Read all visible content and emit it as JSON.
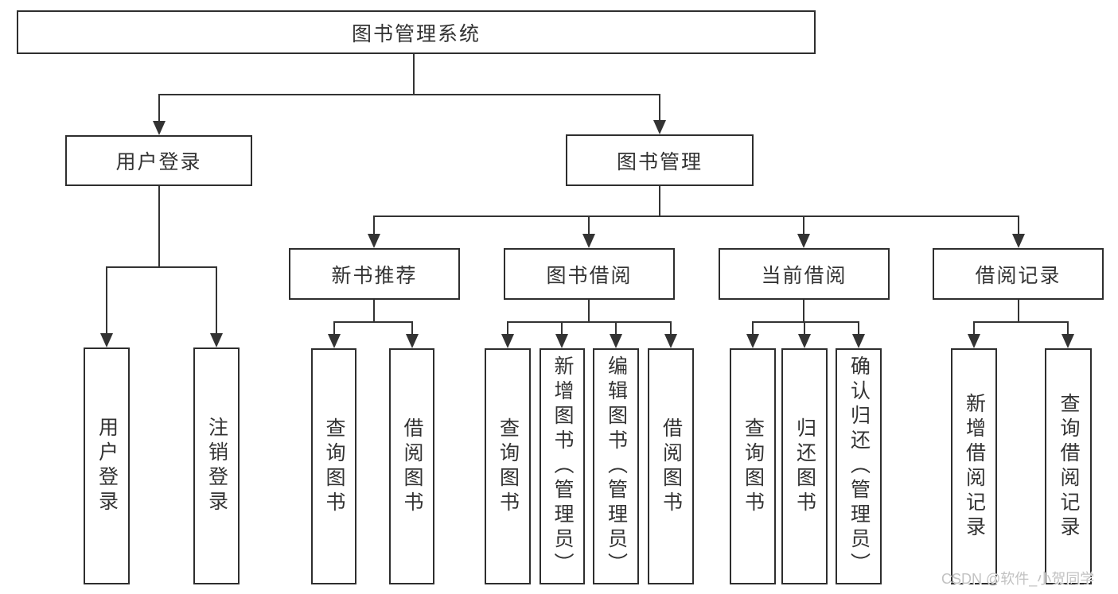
{
  "colors": {
    "background": "#ffffff",
    "line": "#333333",
    "box_border": "#2e2e2e",
    "text": "#333333",
    "watermark": "#c2c2c2"
  },
  "watermark": "CSDN @软件_小贺同学",
  "tree": {
    "label": "图书管理系统",
    "children": [
      {
        "label": "用户登录",
        "children": [
          {
            "label": "用户登录"
          },
          {
            "label": "注销登录"
          }
        ]
      },
      {
        "label": "图书管理",
        "children": [
          {
            "label": "新书推荐",
            "children": [
              {
                "label": "查询图书"
              },
              {
                "label": "借阅图书"
              }
            ]
          },
          {
            "label": "图书借阅",
            "children": [
              {
                "label": "查询图书"
              },
              {
                "label": "新增图书（管理员）"
              },
              {
                "label": "编辑图书（管理员）"
              },
              {
                "label": "借阅图书"
              }
            ]
          },
          {
            "label": "当前借阅",
            "children": [
              {
                "label": "查询图书"
              },
              {
                "label": "归还图书"
              },
              {
                "label": "确认归还（管理员）"
              }
            ]
          },
          {
            "label": "借阅记录",
            "children": [
              {
                "label": "新增借阅记录"
              },
              {
                "label": "查询借阅记录"
              }
            ]
          }
        ]
      }
    ]
  }
}
